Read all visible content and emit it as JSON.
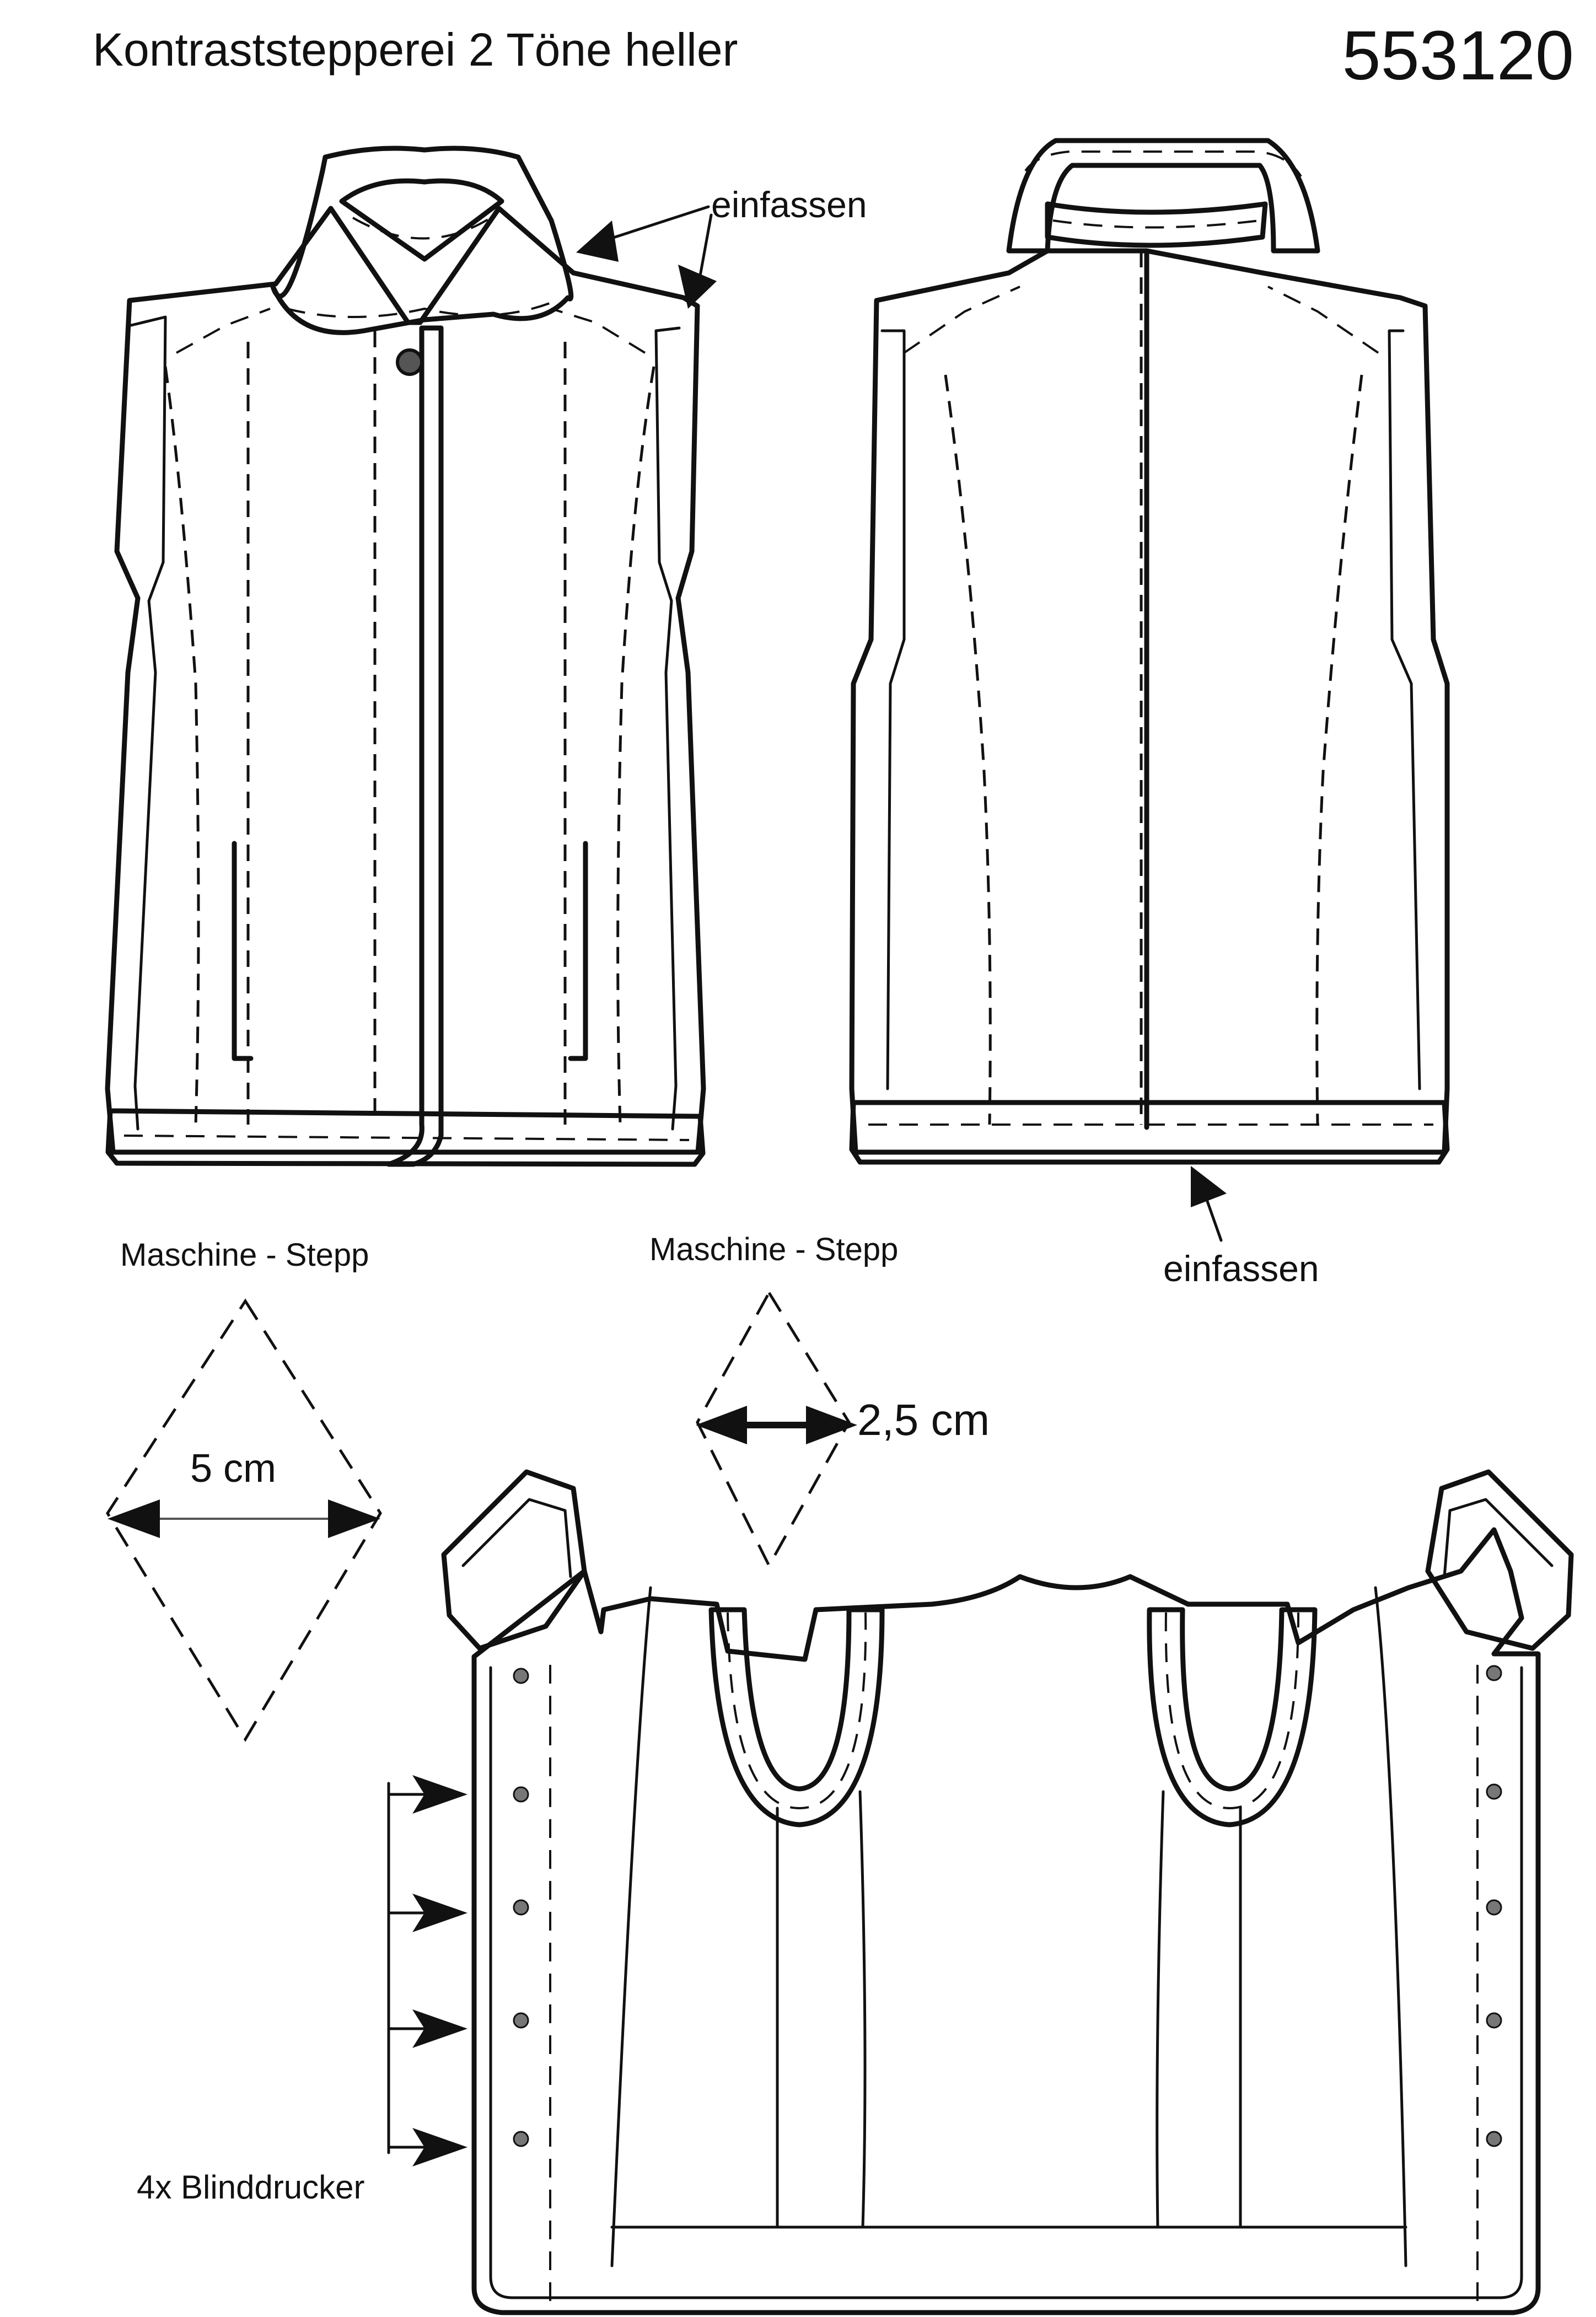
{
  "header": {
    "title": "Kontraststepperei 2 Töne heller",
    "article_number": "553120"
  },
  "callouts": {
    "front_binding": "einfassen",
    "back_binding": "einfassen"
  },
  "quilting": {
    "label_left": "Maschine - Stepp",
    "label_right": "Maschine - Stepp",
    "diamond_width": "5 cm",
    "line_spacing": "2,5 cm"
  },
  "closures": {
    "label": "4x Blinddrucker",
    "count": 4
  }
}
